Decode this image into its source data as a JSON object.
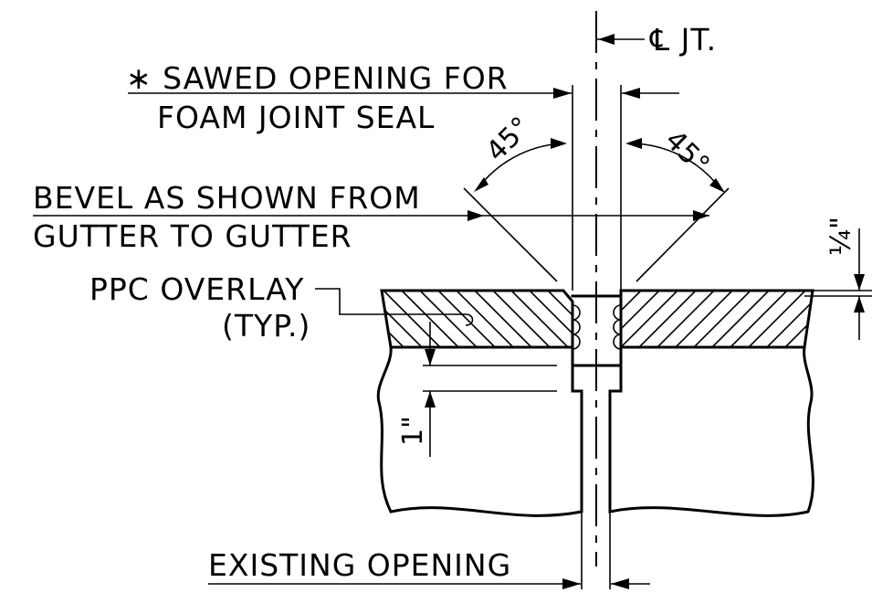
{
  "labels": {
    "centerline": "℄ JT.",
    "sawed_line1": "∗ SAWED OPENING FOR",
    "sawed_line2": "FOAM JOINT SEAL",
    "bevel_line1": "BEVEL AS SHOWN FROM",
    "bevel_line2": "GUTTER TO GUTTER",
    "overlay_line1": "PPC OVERLAY",
    "overlay_line2": "(TYP.)",
    "angle_left": "45°",
    "angle_right": "45°",
    "dim_quarter": "¼\"",
    "dim_one": "1\"",
    "existing": "EXISTING OPENING"
  }
}
